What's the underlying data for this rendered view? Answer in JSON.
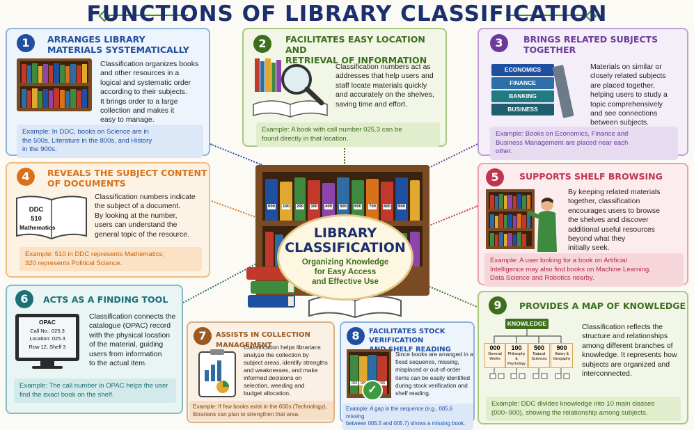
{
  "title": "FUNCTIONS OF LIBRARY CLASSIFICATION",
  "center": {
    "title_line1": "LIBRARY",
    "title_line2": "CLASSIFICATION",
    "subtitle_line1": "Organizing Knowledge",
    "subtitle_line2": "for Easy Access",
    "subtitle_line3": "and Effective Use",
    "shelf_labels": [
      "000",
      "100",
      "200",
      "300",
      "400",
      "500",
      "600",
      "700",
      "800",
      "900"
    ]
  },
  "cards": [
    {
      "number": "1",
      "heading_line1": "ARRANGES LIBRARY",
      "heading_line2": "MATERIALS SYSTEMATICALLY",
      "body": [
        "Classification organizes books",
        "and other resources in a",
        "logical and systematic order",
        "according to their subjects.",
        "It brings order to a large",
        "collection and makes it",
        "easy to manage."
      ],
      "example": [
        "Example: In DDC, books on Science are in",
        "the 500s, Literature in the 800s, and History",
        "in the 900s."
      ]
    },
    {
      "number": "2",
      "heading_line1": "FACILITATES EASY LOCATION AND",
      "heading_line2": "RETRIEVAL OF INFORMATION",
      "body": [
        "Classification numbers act as",
        "addresses that help users and",
        "staff locate materials quickly",
        "and accurately on the shelves,",
        "saving time and effort."
      ],
      "example": [
        "Example: A book with call number 025.3 can be",
        "found directly in that location."
      ]
    },
    {
      "number": "3",
      "heading_line1": "BRINGS RELATED SUBJECTS",
      "heading_line2": "TOGETHER",
      "body": [
        "Materials on similar or",
        "closely related subjects",
        "are placed together,",
        "helping users to study a",
        "topic comprehensively",
        "and see connections",
        "between subjects."
      ],
      "book_labels": [
        "ECONOMICS",
        "FINANCE",
        "BANKING",
        "BUSINESS"
      ],
      "example": [
        "Example: Books on Economics, Finance and",
        "Business Management are placed near each",
        "other."
      ]
    },
    {
      "number": "4",
      "heading_line1": "REVEALS THE SUBJECT CONTENT",
      "heading_line2": "OF DOCUMENTS",
      "body": [
        "Classification numbers indicate",
        "the subject of a document.",
        "By looking at the number,",
        "users can understand the",
        "general topic of the resource."
      ],
      "book_text": [
        "DDC",
        "510",
        "Mathematics"
      ],
      "example": [
        "Example: 510 in DDC represents Mathematics;",
        "320 represents Political Science."
      ]
    },
    {
      "number": "5",
      "heading_line1": "SUPPORTS SHELF BROWSING",
      "heading_line2": "",
      "body": [
        "By keeping related materials",
        "together, classification",
        "encourages users to browse",
        "the shelves and discover",
        "additional useful resources",
        "beyond what they",
        "initially seek."
      ],
      "example": [
        "Example: A user looking for a book on Artificial",
        "Intelligence may also find books on Machine Learning,",
        "Data Science and Robotics nearby."
      ]
    },
    {
      "number": "6",
      "heading_line1": "ACTS AS A FINDING TOOL",
      "heading_line2": "",
      "body": [
        "Classification connects the",
        "catalogue (OPAC) record",
        "with the physical location",
        "of the material, guiding",
        "users from information",
        "to the actual item."
      ],
      "screen_text": [
        "OPAC",
        "Call No.: 025.3",
        "Location: 025.3",
        "Row 12, Shelf 3"
      ],
      "example": [
        "Example: The call number in OPAC helps the user",
        "find the exact book on the shelf."
      ]
    },
    {
      "number": "7",
      "heading_line1": "ASSISTS IN COLLECTION MANAGEMENT",
      "heading_line2": "",
      "body": [
        "Classification helps librarians",
        "analyze the collection by",
        "subject areas, identify strengths",
        "and weaknesses, and make",
        "informed decisions on",
        "selection, weeding and",
        "budget allocation."
      ],
      "example": [
        "Example: If few books exist in the 600s (Technology),",
        "librarians can plan to strengthen that area."
      ]
    },
    {
      "number": "8",
      "heading_line1": "FACILITATES STOCK VERIFICATION",
      "heading_line2": "AND SHELF READING",
      "body": [
        "Since books are arranged in a",
        "fixed sequence, missing,",
        "misplaced or out-of-order",
        "items can be easily identified",
        "during stock verification and",
        "shelf reading."
      ],
      "book_labels": [
        "004",
        "005",
        "005",
        "006"
      ],
      "example": [
        "Example: A gap in the sequence (e.g., 005.6 missing",
        "between 005.5 and 005.7) shows a missing book."
      ]
    },
    {
      "number": "9",
      "heading_line1": "PROVIDES A MAP OF KNOWLEDGE",
      "heading_line2": "",
      "body": [
        "Classification reflects the",
        "structure and relationships",
        "among different branches of",
        "knowledge. It represents how",
        "subjects are organized and",
        "interconnected."
      ],
      "tree_root": "KNOWLEDGE",
      "tree_nodes": [
        {
          "num": "000",
          "label1": "General",
          "label2": "Works"
        },
        {
          "num": "100",
          "label1": "Philosophy",
          "label2": "& Psychology"
        },
        {
          "num": "500",
          "label1": "Natural",
          "label2": "Sciences"
        },
        {
          "num": "900",
          "label1": "History &",
          "label2": "Geography"
        }
      ],
      "example": [
        "Example: DDC divides knowledge into 10 main classes",
        "(000–900), showing the relationship among subjects."
      ]
    }
  ],
  "colors": {
    "title": "#1b2f6e",
    "blue": "#1f4fa0",
    "green": "#3d6e1e",
    "purple": "#6b3a9a",
    "orange": "#d9711a",
    "pink": "#c2334e",
    "teal": "#1e6e78",
    "brown": "#9a5a22"
  },
  "icons": [
    "bookshelf-icon",
    "magnifier-book-icon",
    "book-stack-icon",
    "open-book-icon",
    "reader-at-shelf-icon",
    "opac-monitor-icon",
    "clipboard-chart-icon",
    "checkmark-shelf-icon",
    "knowledge-tree-icon"
  ]
}
